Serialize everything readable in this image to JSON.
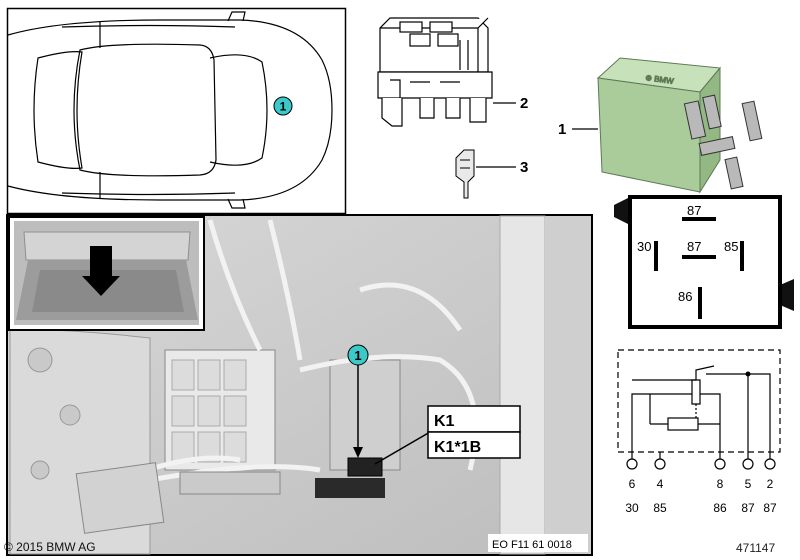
{
  "callouts": {
    "car_marker": "1",
    "photo_marker": "1",
    "relay": "1",
    "socket": "2",
    "pin": "3"
  },
  "photo": {
    "label_k1": "K1",
    "label_k1b": "K1*1B",
    "photo_code": "EO F11 61 0018"
  },
  "relay_face": {
    "pin_top": "87",
    "pin_left": "30",
    "pin_center": "87",
    "pin_right": "85",
    "pin_bottom": "86"
  },
  "schematic": {
    "terminals": [
      {
        "num": "6",
        "name": "30"
      },
      {
        "num": "4",
        "name": "85"
      },
      {
        "num": "8",
        "name": "86"
      },
      {
        "num": "5",
        "name": "87"
      },
      {
        "num": "2",
        "name": "87"
      }
    ]
  },
  "footer": {
    "copyright": "© 2015 BMW AG",
    "doc_number": "471147"
  },
  "colors": {
    "relay_green": "#a9cc9a",
    "callout_teal": "#3cc9c9"
  }
}
